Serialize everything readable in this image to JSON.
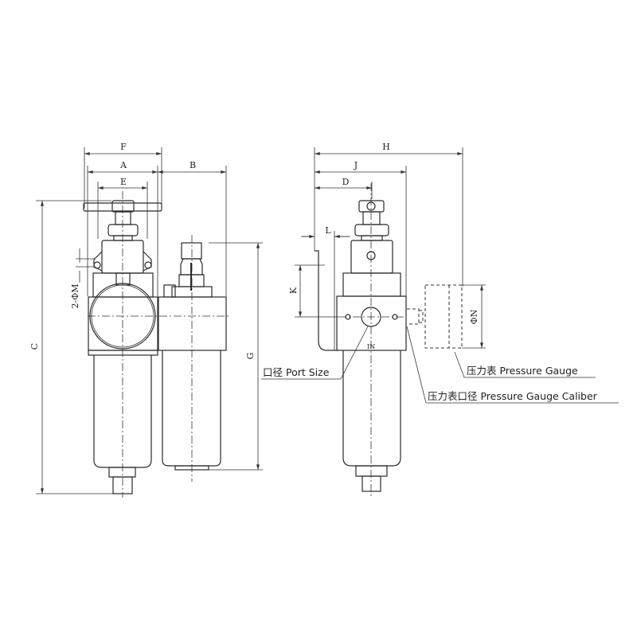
{
  "dimensions": {
    "F": "F",
    "A": "A",
    "E": "E",
    "B": "B",
    "C": "C",
    "G": "G",
    "M": "2-ΦM",
    "H": "H",
    "J": "J",
    "D": "D",
    "L": "L",
    "K": "K",
    "N": "ΦN"
  },
  "body_marking": "IN",
  "callouts": {
    "port_size": "口径 Port Size",
    "pressure_gauge": "压力表 Pressure Gauge",
    "gauge_caliber": "压力表口径 Pressure Gauge Caliber"
  }
}
